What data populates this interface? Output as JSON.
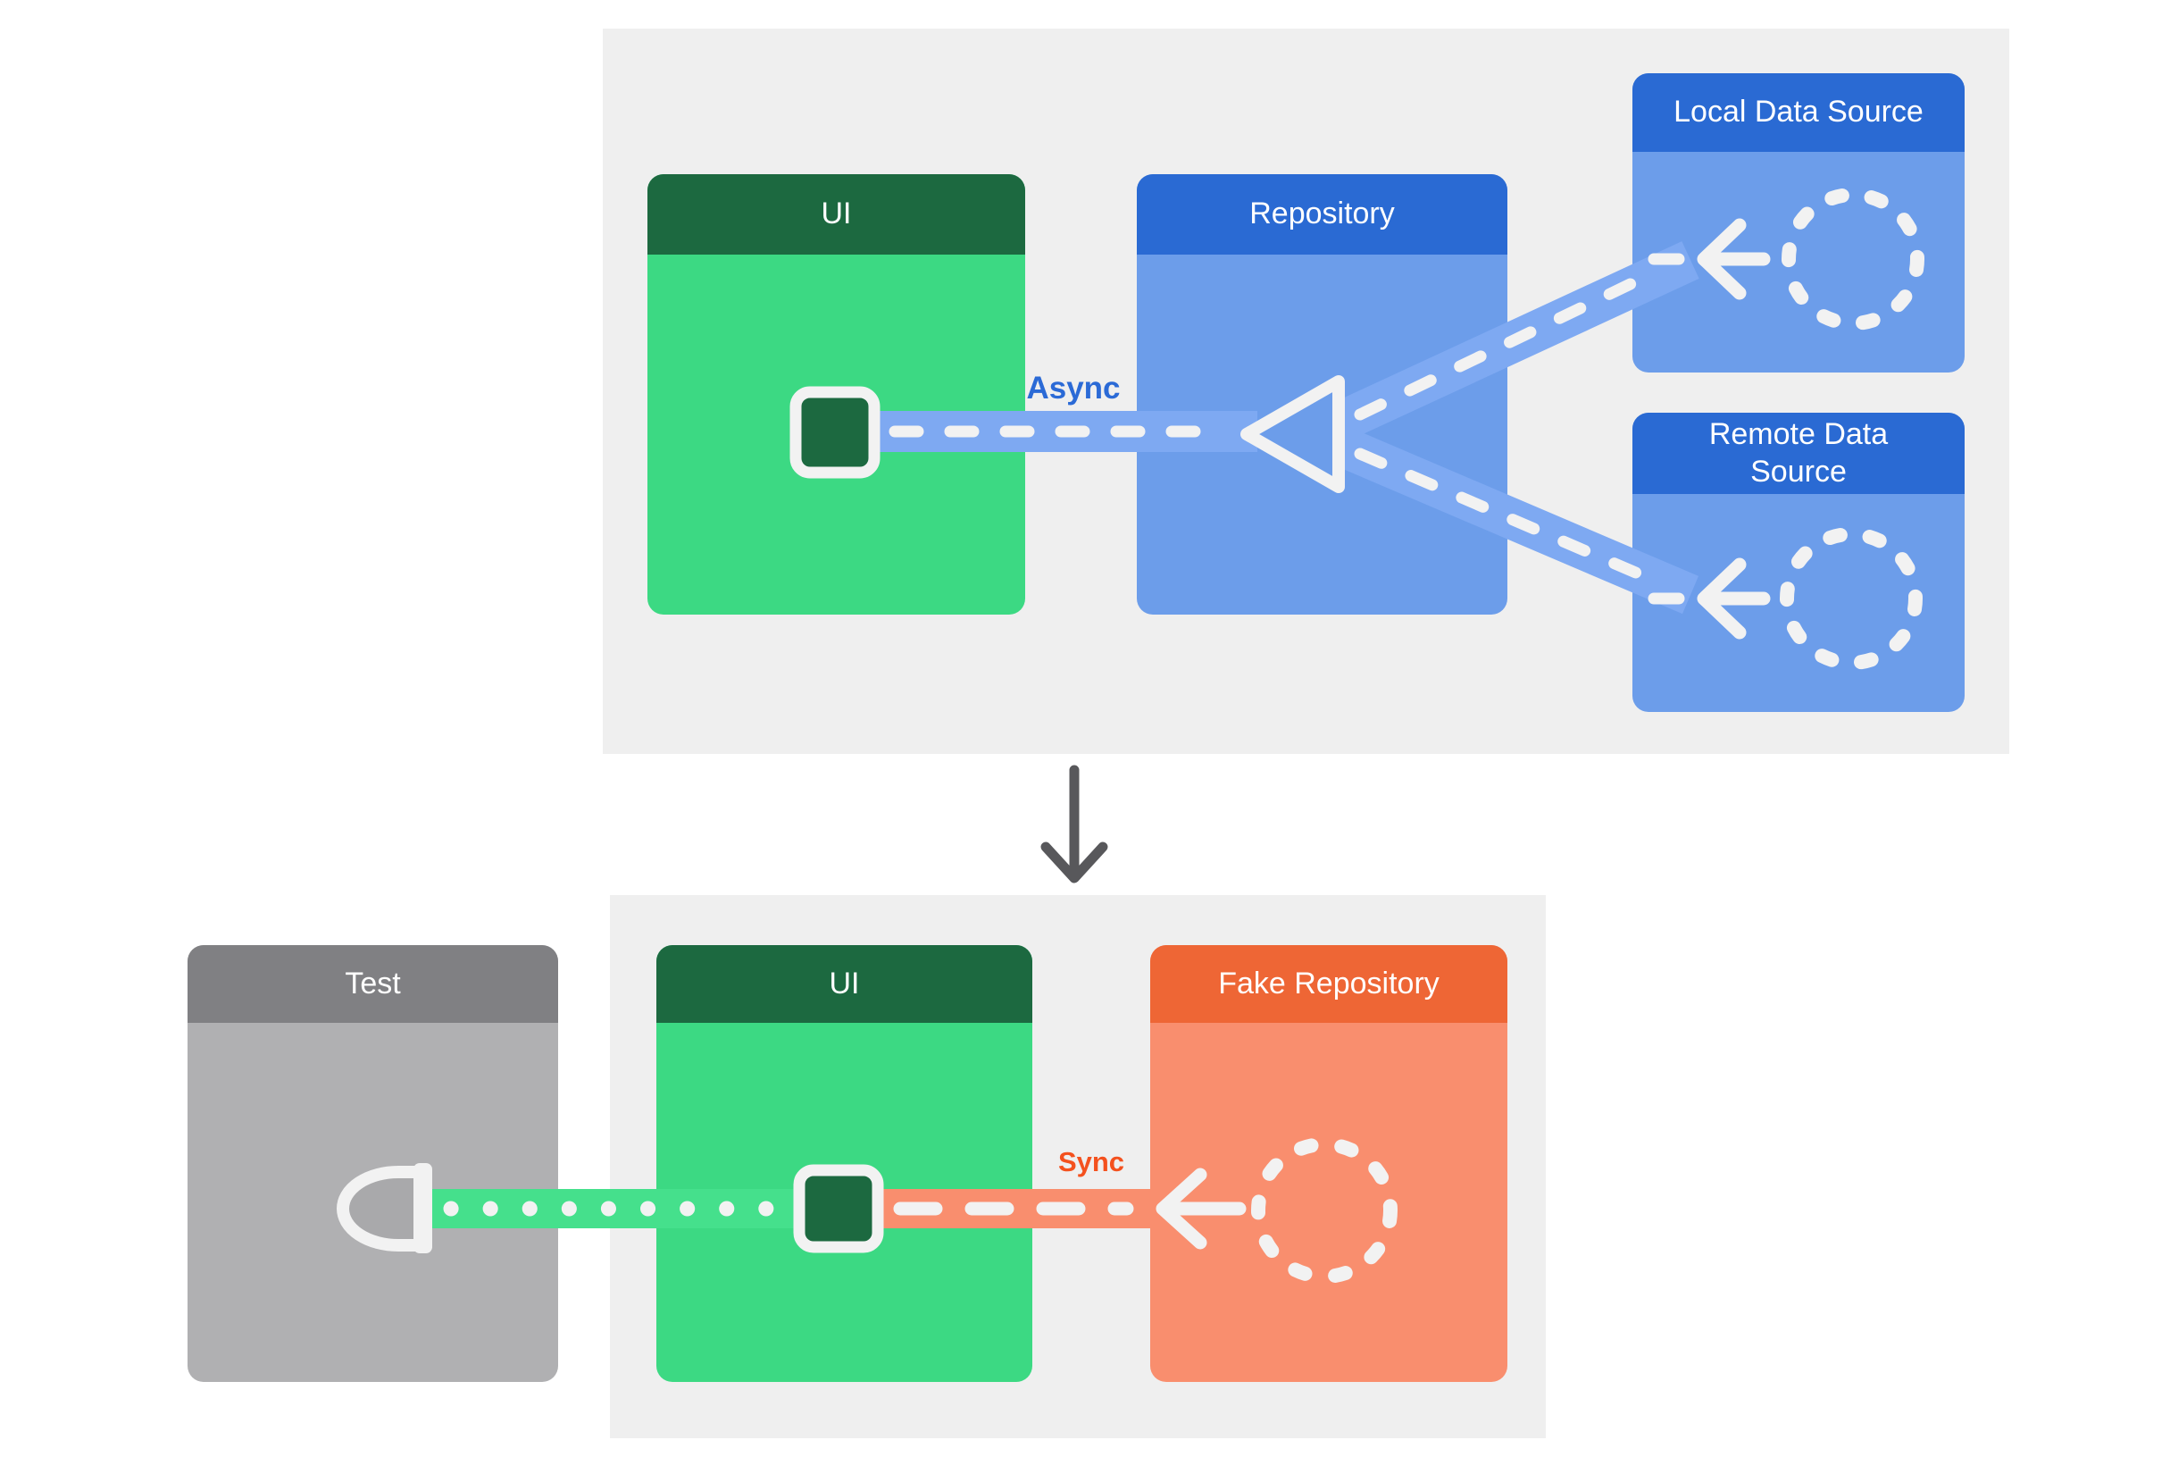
{
  "diagram": {
    "title": "Repository testing with fake data sources diagram",
    "top_panel": {
      "ui_label": "UI",
      "repository_label": "Repository",
      "local_data_source_label": "Local Data Source",
      "remote_data_source_label": "Remote Data Source",
      "connection_label": "Async"
    },
    "bottom_panel": {
      "test_label": "Test",
      "ui_label": "UI",
      "fake_repository_label": "Fake Repository",
      "connection_label": "Sync"
    },
    "colors": {
      "page_background": "#ffffff",
      "panel_background": "#efefef",
      "green_header": "#1c6940",
      "green_body": "#3cd983",
      "green_band": "#45e08c",
      "blue_header": "#2a6ad3",
      "blue_body": "#6c9dea",
      "blue_band": "#7ea9f2",
      "gray_header": "#808083",
      "gray_body": "#b0b0b2",
      "orange_header": "#ee6635",
      "orange_body": "#f98e6e",
      "async_text": "#2b6ad6",
      "sync_text": "#f4511e",
      "down_arrow": "#58585b",
      "stroke_white": "#f2f2f2"
    },
    "icons": {
      "dashed-circle-icon": "◌ dashed circle (data source / fake data placeholder)",
      "left-arrow-icon": "← data flow arrow",
      "play-triangle-icon": "◁ hollow triangle merge into repository",
      "down-arrow-icon": "↓ transition between diagrams",
      "socket-icon": "D-shaped test connector",
      "module-chip-icon": "dark green UI component chip"
    }
  }
}
